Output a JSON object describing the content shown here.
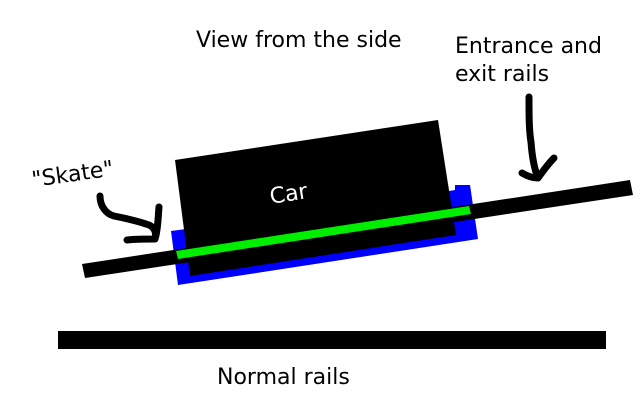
{
  "labels": {
    "title": "View from the side",
    "entrance_line1": "Entrance and",
    "entrance_line2": "exit rails",
    "skate": "\"Skate\"",
    "car": "Car",
    "normal_rails": "Normal rails"
  },
  "colors": {
    "rail": "#000000",
    "car_body": "#000000",
    "skate": "#0000ff",
    "car_rail_contact": "#00ee00",
    "label_text": "#000000",
    "car_text": "#ffffff",
    "background": "#ffffff"
  }
}
